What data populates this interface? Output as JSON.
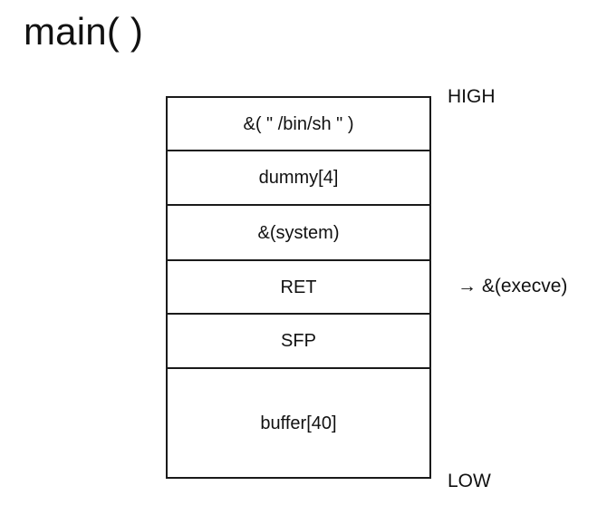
{
  "diagram": {
    "title": "main( )",
    "stack": {
      "cells": [
        {
          "label": "&( \" /bin/sh \" )",
          "name": "stack-cell-binsh-pointer"
        },
        {
          "label": "dummy[4]",
          "name": "stack-cell-dummy"
        },
        {
          "label": "&(system)",
          "name": "stack-cell-system-pointer"
        },
        {
          "label": "RET",
          "name": "stack-cell-ret"
        },
        {
          "label": "SFP",
          "name": "stack-cell-sfp"
        },
        {
          "label": "buffer[40]",
          "name": "stack-cell-buffer"
        }
      ]
    },
    "annotations": {
      "high_label": "HIGH",
      "low_label": "LOW",
      "ret_target": "→ &(execve)"
    },
    "colors": {
      "border": "#1a1a1a",
      "background": "#ffffff",
      "text": "#111111"
    }
  }
}
